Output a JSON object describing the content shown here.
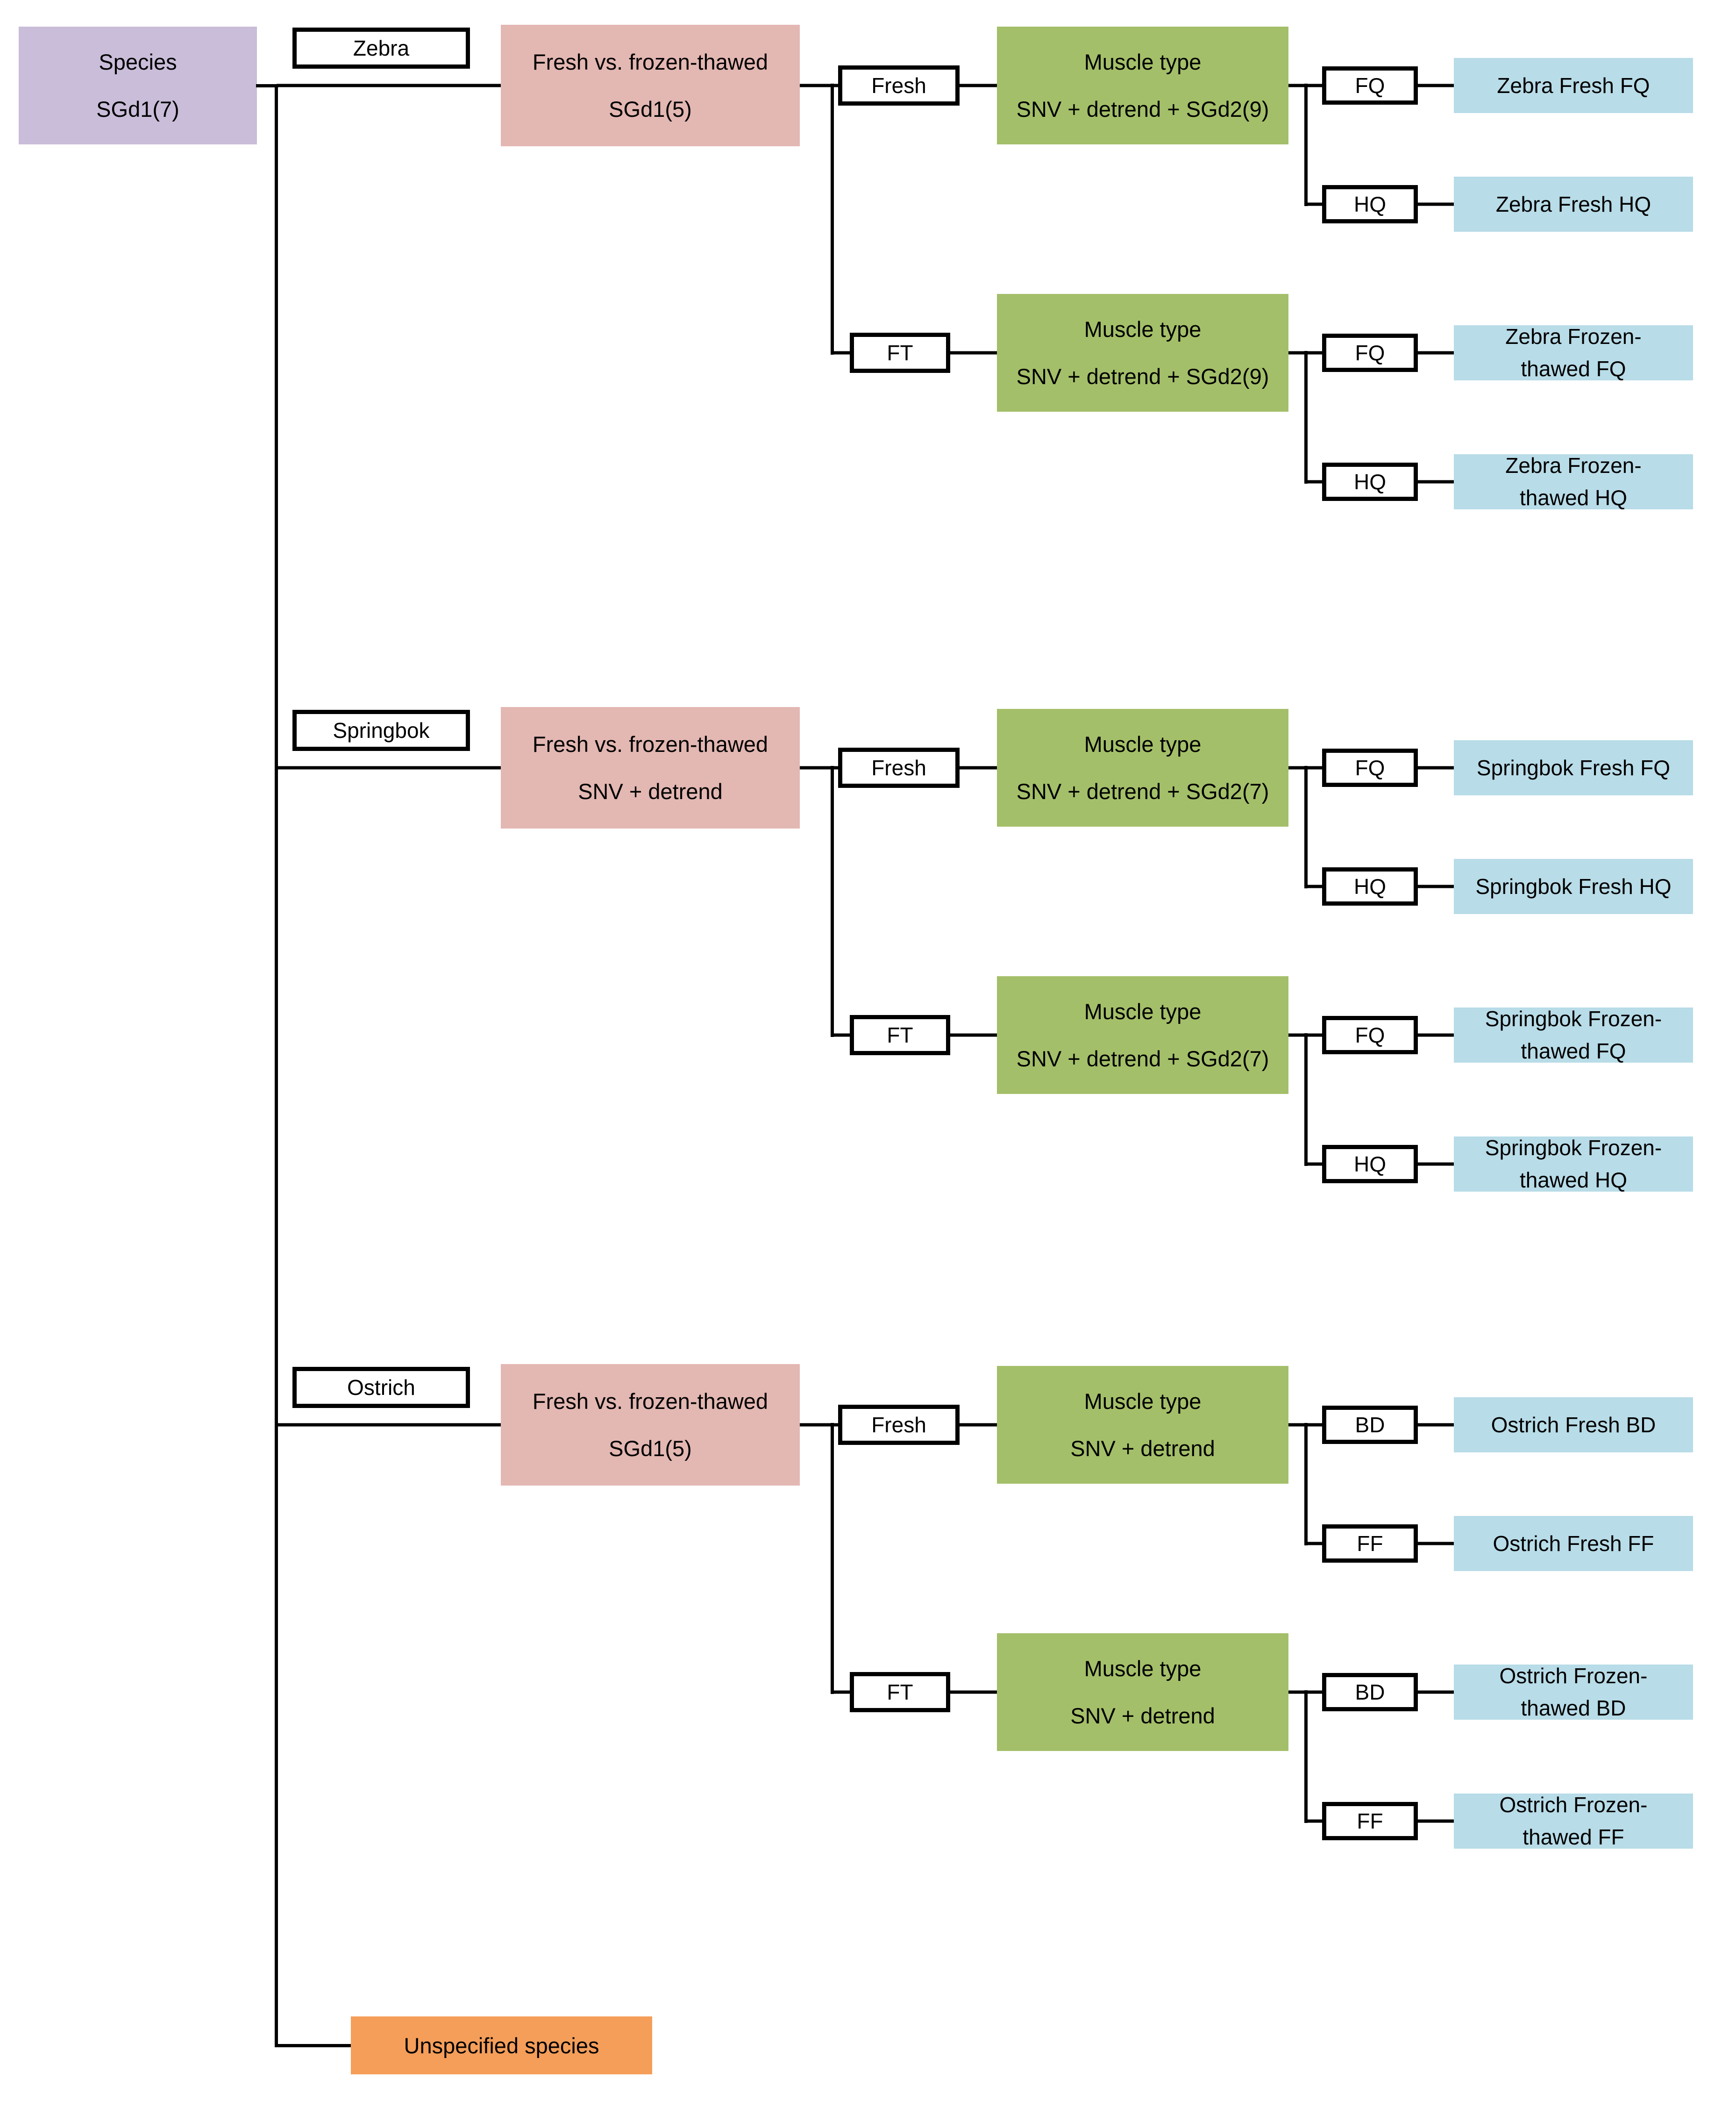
{
  "colors": {
    "root_fill": "#c9bdd9",
    "pretreat_fill": "#e3b7b2",
    "muscle_fill": "#a4bf69",
    "output_fill": "#b8dce8",
    "unspecified_fill": "#f49e5a",
    "line": "#000000"
  },
  "root": {
    "label": "Species\nSGd1(7)"
  },
  "branches": [
    {
      "species": "Zebra",
      "pretreatment": "Fresh vs. frozen-thawed\nSGd1(5)",
      "fresh": {
        "tag": "Fresh",
        "muscle": "Muscle type\nSNV + detrend + SGd2(9)",
        "outputs": [
          {
            "tag": "FQ",
            "result": "Zebra Fresh FQ"
          },
          {
            "tag": "HQ",
            "result": "Zebra Fresh HQ"
          }
        ]
      },
      "frozen": {
        "tag": "FT",
        "muscle": "Muscle type\nSNV + detrend + SGd2(9)",
        "outputs": [
          {
            "tag": "FQ",
            "result": "Zebra Frozen-\nthawed FQ"
          },
          {
            "tag": "HQ",
            "result": "Zebra Frozen-\nthawed HQ"
          }
        ]
      }
    },
    {
      "species": "Springbok",
      "pretreatment": "Fresh vs. frozen-thawed\nSNV + detrend",
      "fresh": {
        "tag": "Fresh",
        "muscle": "Muscle type\nSNV + detrend + SGd2(7)",
        "outputs": [
          {
            "tag": "FQ",
            "result": "Springbok Fresh FQ"
          },
          {
            "tag": "HQ",
            "result": "Springbok Fresh HQ"
          }
        ]
      },
      "frozen": {
        "tag": "FT",
        "muscle": "Muscle type\nSNV + detrend + SGd2(7)",
        "outputs": [
          {
            "tag": "FQ",
            "result": "Springbok Frozen-\nthawed FQ"
          },
          {
            "tag": "HQ",
            "result": "Springbok Frozen-\nthawed HQ"
          }
        ]
      }
    },
    {
      "species": "Ostrich",
      "pretreatment": "Fresh vs. frozen-thawed\nSGd1(5)",
      "fresh": {
        "tag": "Fresh",
        "muscle": "Muscle type\nSNV + detrend",
        "outputs": [
          {
            "tag": "BD",
            "result": "Ostrich Fresh BD"
          },
          {
            "tag": "FF",
            "result": "Ostrich Fresh FF"
          }
        ]
      },
      "frozen": {
        "tag": "FT",
        "muscle": "Muscle type\nSNV + detrend",
        "outputs": [
          {
            "tag": "BD",
            "result": "Ostrich Frozen-\nthawed BD"
          },
          {
            "tag": "FF",
            "result": "Ostrich Frozen-\nthawed FF"
          }
        ]
      }
    }
  ],
  "unspecified": {
    "label": "Unspecified species"
  }
}
